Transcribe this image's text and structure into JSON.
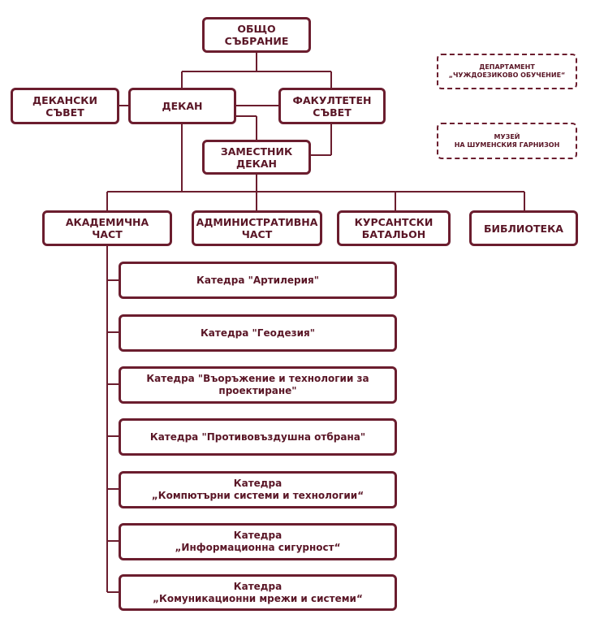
{
  "colors": {
    "accent": "#6b1d2e",
    "text": "#5a1626"
  },
  "nodes": {
    "general_assembly": "ОБЩО\nСЪБРАНИЕ",
    "dean": "ДЕКАН",
    "deans_council": "ДЕКАНСКИ\nСЪВЕТ",
    "faculty_council": "ФАКУЛТЕТЕН\nСЪВЕТ",
    "deputy_dean": "ЗАМЕСТНИК\nДЕКАН",
    "academic_part": "АКАДЕМИЧНА\nЧАСТ",
    "administrative_part": "АДМИНИСТРАТИВНА\nЧАСТ",
    "cadet_battalion": "КУРСАНТСКИ\nБАТАЛЬОН",
    "library": "БИБЛИОТЕКА",
    "language_department": "ДЕПАРТАМЕНТ\n„ЧУЖДОЕЗИКОВО ОБУЧЕНИЕ“",
    "museum": "МУЗЕЙ\nНА ШУМЕНСКИЯ ГАРНИЗОН"
  },
  "departments": [
    "Катедра \"Артилерия\"",
    "Катедра \"Геодезия\"",
    "Катедра \"Въоръжение и технологии за\nпроектиране\"",
    "Катедра \"Противовъздушна отбрана\"",
    "Катедра\n„Компютърни системи и технологии“",
    "Катедра\n„Информационна сигурност“",
    "Катедра\n„Комуникационни мрежи и системи“"
  ]
}
